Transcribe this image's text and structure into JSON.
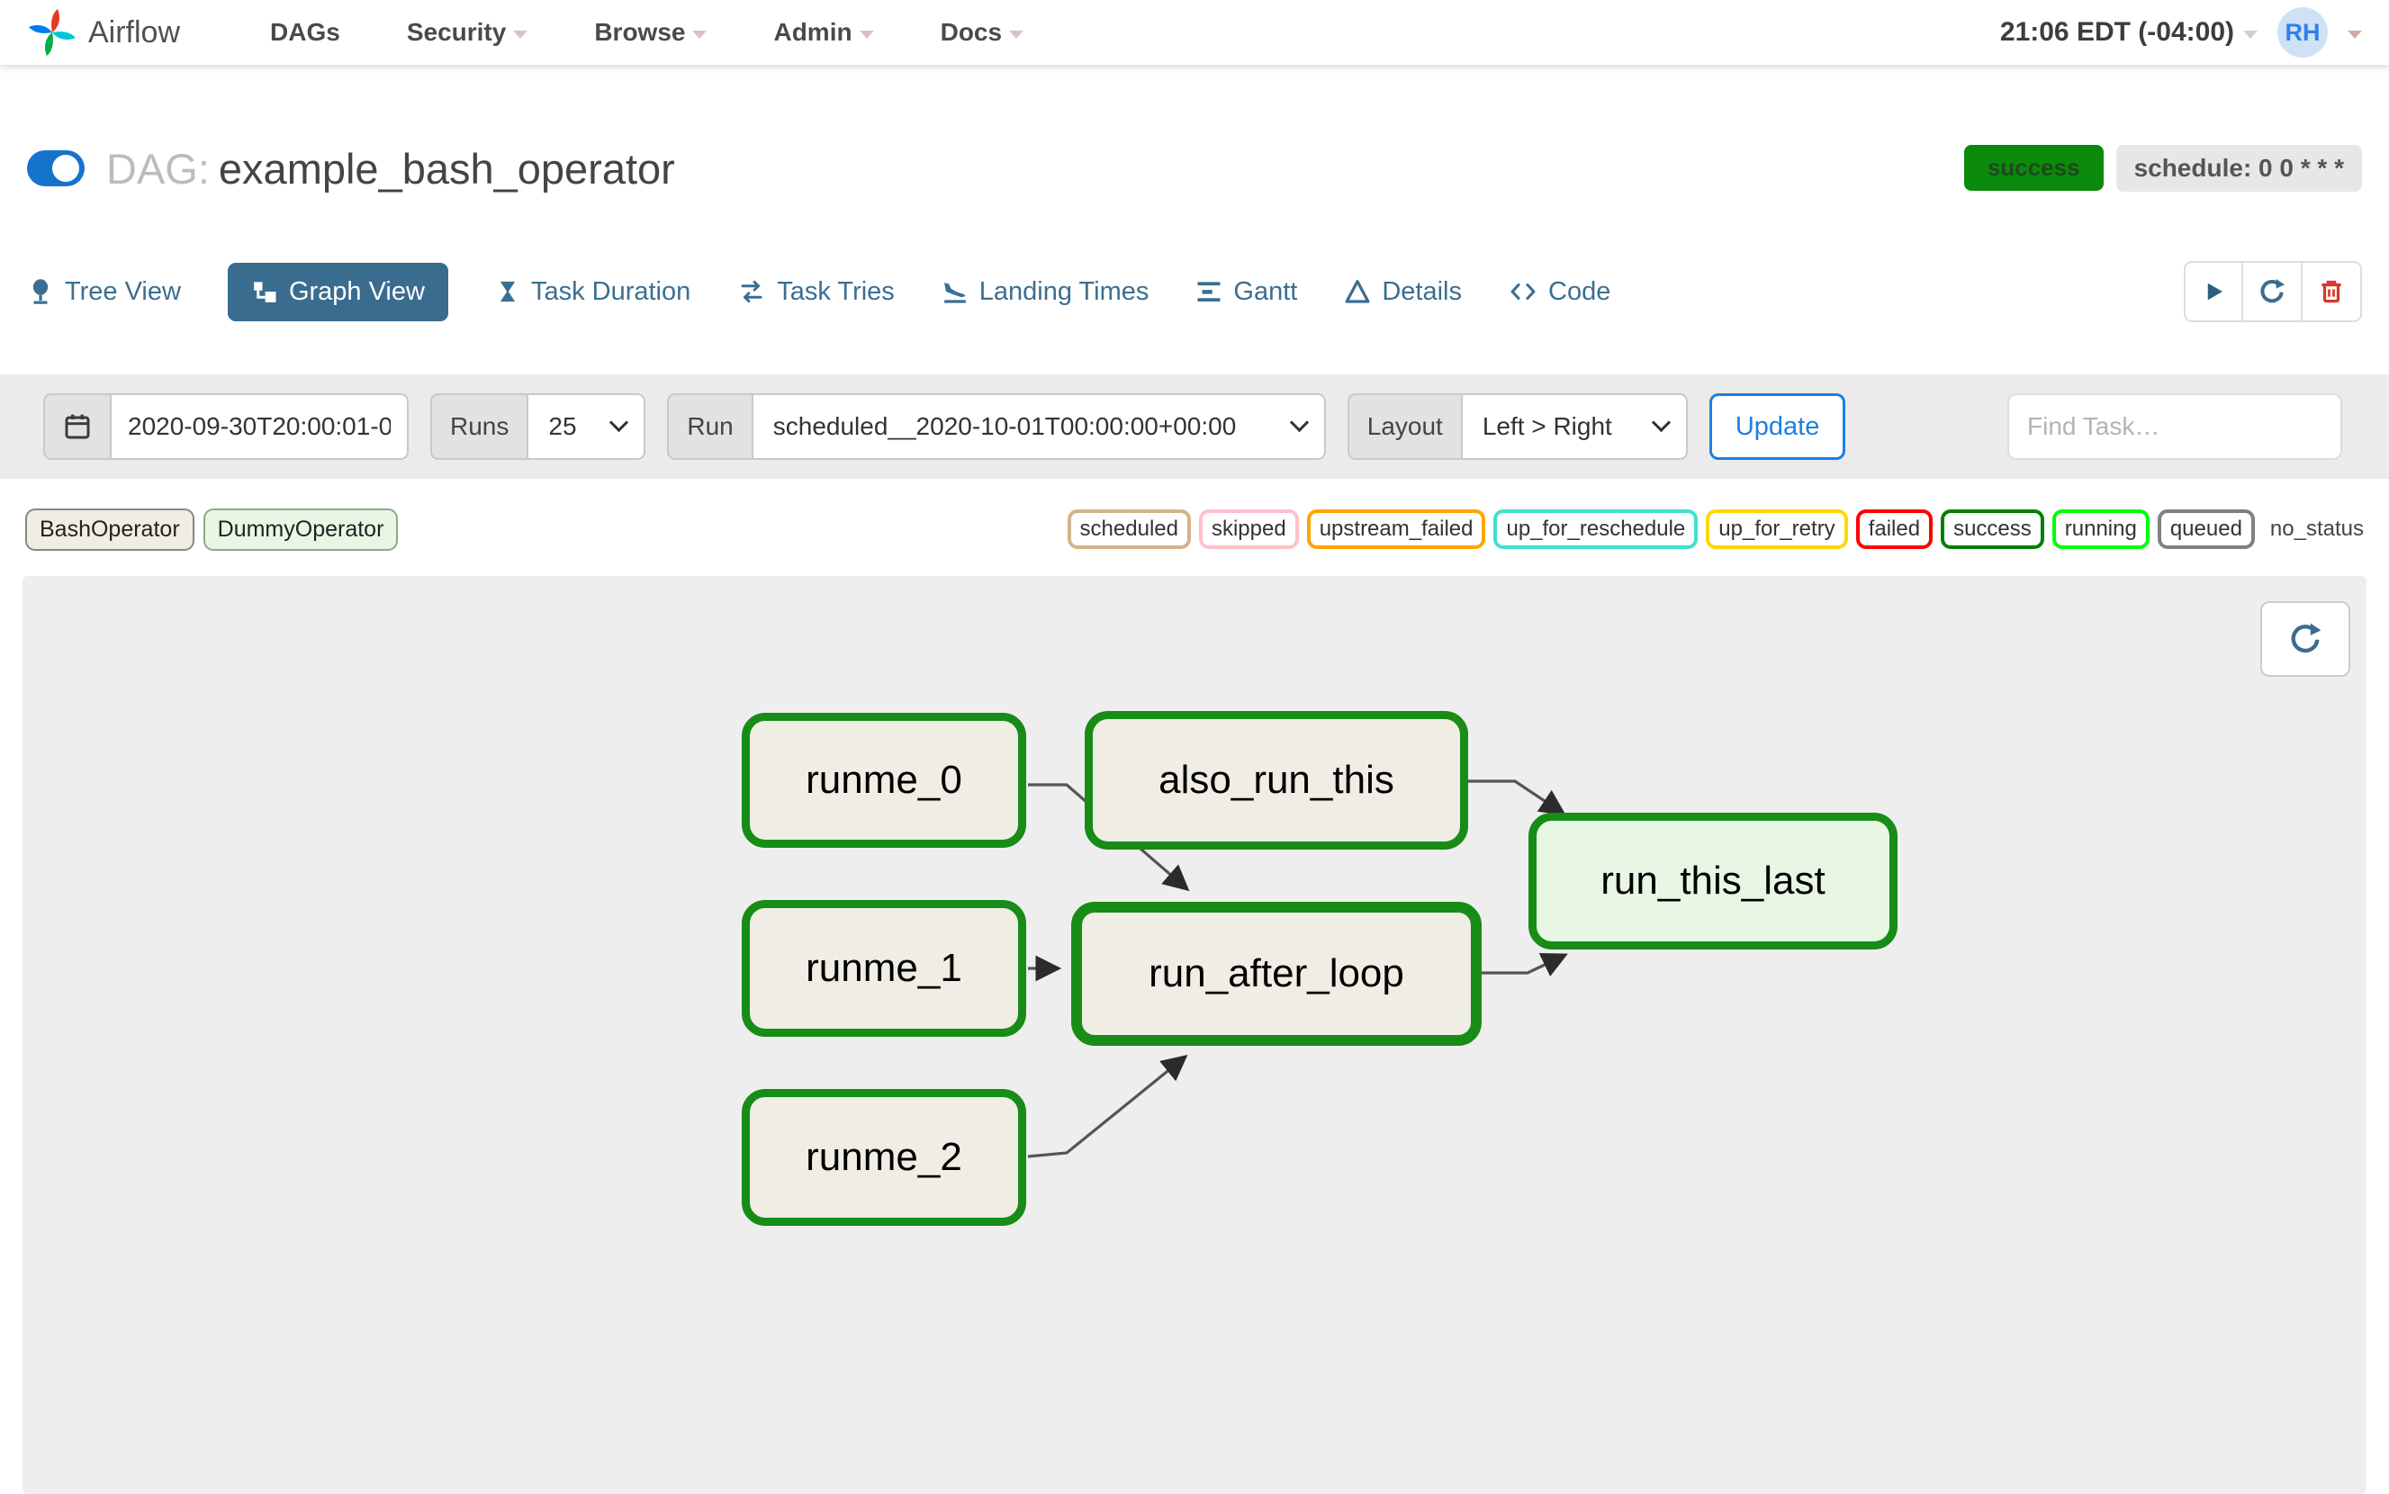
{
  "navbar": {
    "brand": "Airflow",
    "items": [
      {
        "label": "DAGs",
        "caret": false
      },
      {
        "label": "Security",
        "caret": true
      },
      {
        "label": "Browse",
        "caret": true
      },
      {
        "label": "Admin",
        "caret": true
      },
      {
        "label": "Docs",
        "caret": true
      }
    ],
    "clock": "21:06 EDT (-04:00)",
    "user_initials": "RH"
  },
  "dag_header": {
    "prefix": "DAG:",
    "name": "example_bash_operator",
    "toggle_on": true,
    "status_badge": "success",
    "schedule_badge": "schedule: 0 0 * * *"
  },
  "tabs": {
    "active": "Graph View",
    "items": [
      "Tree View",
      "Graph View",
      "Task Duration",
      "Task Tries",
      "Landing Times",
      "Gantt",
      "Details",
      "Code"
    ]
  },
  "icons": {
    "toolbar": [
      "play-icon",
      "refresh-icon",
      "trash-icon"
    ],
    "tab_icons": [
      "tree-icon",
      "sitemap-icon",
      "hourglass-icon",
      "repeat-icon",
      "plane-landing-icon",
      "gantt-bars-icon",
      "triangle-icon",
      "code-icon"
    ],
    "filter": [
      "calendar-icon"
    ],
    "graph_panel": [
      "refresh-icon"
    ]
  },
  "filter_bar": {
    "base_date_value": "2020-09-30T20:00:01-0",
    "runs_label": "Runs",
    "runs_value": "25",
    "run_label": "Run",
    "run_value": "scheduled__2020-10-01T00:00:00+00:00",
    "layout_label": "Layout",
    "layout_value": "Left > Right",
    "update_label": "Update",
    "find_task_placeholder": "Find Task…"
  },
  "legend": {
    "operators": [
      {
        "label": "BashOperator",
        "color": "#f0ede4"
      },
      {
        "label": "DummyOperator",
        "color": "#e8f7e4"
      }
    ],
    "statuses": [
      {
        "label": "scheduled",
        "color": "#d2b48c"
      },
      {
        "label": "skipped",
        "color": "#ffc0cb"
      },
      {
        "label": "upstream_failed",
        "color": "#ffa500"
      },
      {
        "label": "up_for_reschedule",
        "color": "#40e0d0"
      },
      {
        "label": "up_for_retry",
        "color": "#ffd700"
      },
      {
        "label": "failed",
        "color": "#ff0000"
      },
      {
        "label": "success",
        "color": "#008000"
      },
      {
        "label": "running",
        "color": "#00ff00"
      },
      {
        "label": "queued",
        "color": "#808080"
      }
    ],
    "no_status_label": "no_status"
  },
  "graph": {
    "nodes": [
      {
        "id": "runme_0",
        "label": "runme_0",
        "operator": "BashOperator",
        "state": "success"
      },
      {
        "id": "also_run_this",
        "label": "also_run_this",
        "operator": "BashOperator",
        "state": "success"
      },
      {
        "id": "runme_1",
        "label": "runme_1",
        "operator": "BashOperator",
        "state": "success"
      },
      {
        "id": "run_after_loop",
        "label": "run_after_loop",
        "operator": "BashOperator",
        "state": "success"
      },
      {
        "id": "runme_2",
        "label": "runme_2",
        "operator": "BashOperator",
        "state": "success"
      },
      {
        "id": "run_this_last",
        "label": "run_this_last",
        "operator": "DummyOperator",
        "state": "success"
      }
    ],
    "edges": [
      {
        "from": "runme_0",
        "to": "run_after_loop"
      },
      {
        "from": "runme_1",
        "to": "run_after_loop"
      },
      {
        "from": "runme_2",
        "to": "run_after_loop"
      },
      {
        "from": "also_run_this",
        "to": "run_this_last"
      },
      {
        "from": "run_after_loop",
        "to": "run_this_last"
      }
    ]
  },
  "colors": {
    "accent_blue": "#1673cc",
    "tab_text_blue": "#3c6e91",
    "active_tab_bg": "#3a6c90",
    "node_border_green": "#178c17",
    "header_success_green": "#0b8a0b",
    "danger_red": "#d9372c"
  }
}
